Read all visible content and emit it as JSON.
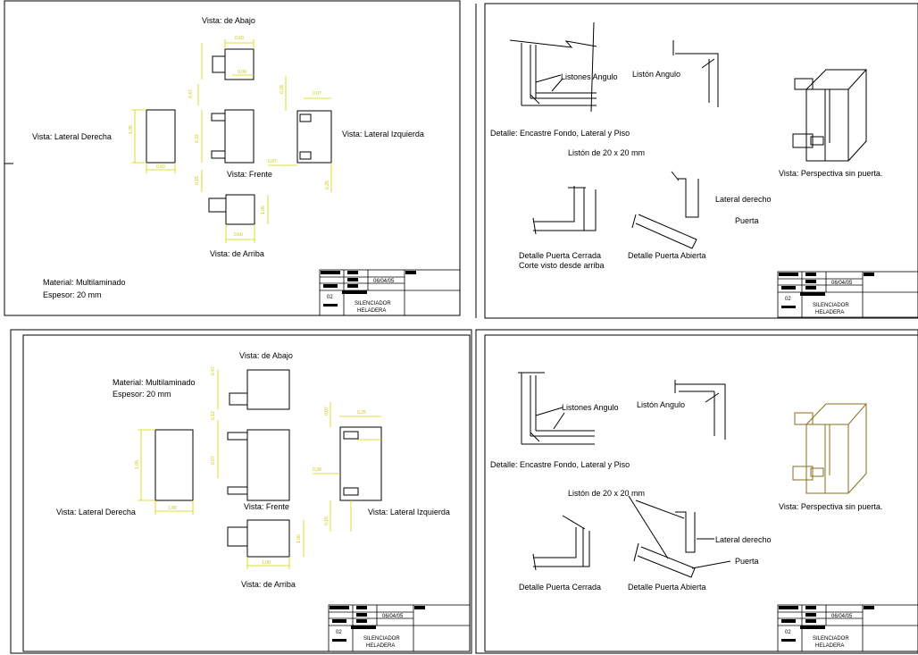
{
  "sheets": [
    {
      "labels": {
        "bottom_view": "Vista: de Abajo",
        "right_side": "Vista: Lateral Derecha",
        "left_side": "Vista: Lateral Izquierda",
        "front": "Vista: Frente",
        "top_view": "Vista: de Arriba",
        "material": "Material: Multilaminado",
        "thickness": "Espesor: 20 mm"
      },
      "dims": [
        "0,60",
        "0,09",
        "0,47",
        "0,32",
        "1,05",
        "0,60",
        "0,28",
        "0,07",
        "0,07",
        "0,25",
        "0,15",
        "1,05",
        "0,60"
      ],
      "title_block": {
        "date": "06/04/05",
        "sheet": "02",
        "name_line1": "SILENCIADOR",
        "name_line2": "HELADERA"
      }
    },
    {
      "labels": {
        "listones": "Listones Angulo",
        "liston": "Listón Angulo",
        "detail_joint": "Detalle: Encastre Fondo, Lateral y Piso",
        "liston_size": "Listón de 20 x 20 mm",
        "perspective": "Vista: Perspectiva sin puerta.",
        "lateral": "Lateral derecho",
        "door": "Puerta",
        "door_closed": "Detalle Puerta Cerrada",
        "cut": "Corte visto desde arriba",
        "door_open": "Detalle Puerta Abierta"
      },
      "title_block": {
        "date": "06/04/05",
        "sheet": "02",
        "name_line1": "SILENCIADOR",
        "name_line2": "HELADERA"
      }
    },
    {
      "labels": {
        "bottom_view": "Vista: de Abajo",
        "material": "Material: Multilaminado",
        "thickness": "Espesor: 20 mm",
        "right_side": "Vista: Lateral Derecha",
        "front": "Vista: Frente",
        "left_side": "Vista: Lateral Izquierda",
        "top_view": "Vista: de Arriba"
      },
      "dims": [
        "0,47",
        "0,12",
        "0,07",
        "0,25",
        "1,00",
        "0,07",
        "0,28",
        "0,15",
        "1,05",
        "1,00",
        "1,00"
      ],
      "title_block": {
        "date": "06/04/05",
        "sheet": "02",
        "name_line1": "SILENCIADOR",
        "name_line2": "HELADERA"
      }
    },
    {
      "labels": {
        "listones": "Listones Angulo",
        "liston": "Listón Angulo",
        "detail_joint": "Detalle: Encastre Fondo, Lateral y Piso",
        "liston_size": "Listón de 20 x 20 mm",
        "perspective": "Vista: Perspectiva sin puerta.",
        "lateral": "Lateral derecho",
        "door": "Puerta",
        "door_closed": "Detalle Puerta Cerrada",
        "door_open": "Detalle Puerta Abierta"
      },
      "title_block": {
        "date": "06/04/05",
        "sheet": "02",
        "name_line1": "SILENCIADOR",
        "name_line2": "HELADERA"
      }
    }
  ],
  "colors": {
    "dimension": "#d4d400",
    "perspective_highlight": "#8a6d1e",
    "line": "#000000"
  }
}
